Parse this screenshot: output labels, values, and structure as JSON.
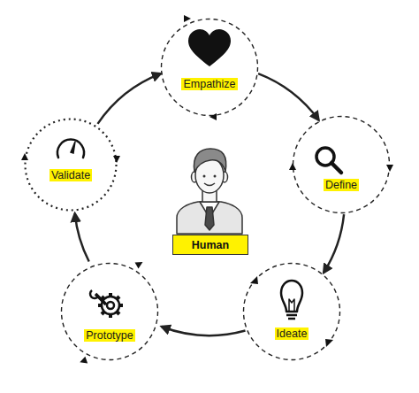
{
  "diagram": {
    "nodes": [
      {
        "text": [
          "Empathize"
        ]
      },
      {
        "text": [
          "Define"
        ]
      },
      {
        "text": [
          "Ideate"
        ]
      },
      {
        "text": [
          "Prototype"
        ]
      },
      {
        "text": [
          "Validate"
        ]
      },
      {
        "text": [
          "Human"
        ]
      }
    ],
    "edges": [
      {
        "from": 0,
        "to": 1,
        "arrow": "to"
      },
      {
        "from": 1,
        "to": 2,
        "arrow": "to"
      },
      {
        "from": 2,
        "to": 3,
        "arrow": "to"
      },
      {
        "from": 3,
        "to": 4,
        "arrow": "to"
      },
      {
        "from": 4,
        "to": 0,
        "arrow": "to"
      }
    ]
  }
}
